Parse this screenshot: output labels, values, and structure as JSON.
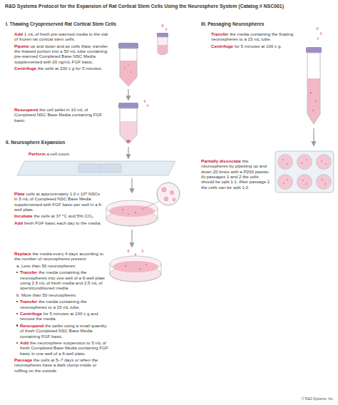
{
  "diagram": {
    "title": "R&D Systems Protocol for the Expansion of Rat Cortical Stem Cells Using the Neurosphere System (Catalog # NSC001)",
    "labels": [
      "I. Thawing Cryopreserved Rat Cortical Stem Cells",
      "Add 1 mL of fresh pre-warmed media to the vial of frozen rat cortical stem cells.",
      "Pipette up and down and as cells thaw, transfer the thawed portion into a 50 mL tube containing pre-warmed Completed Base NSC Media supplemented with 20 ng/mL FGF basic.",
      "Centrifuge the cells at 200 x g for 5 minutes.",
      "Resuspend the cell pellet in 10 mL of Completed NSC Base Media containing FGF basic.",
      "II. Neurosphere Expansion",
      "Perform a cell count.",
      "Plate cells at approximately 1.0 x 10⁵ NSCs in 5 mL of Completed NSC Base Media supplemented with FGF basic per well in a 6-well plate.",
      "Incubate the cells at 37 °C and 5% CO₂.",
      "Add fresh FGF basic each day to the media.",
      "Replace the media every 4 days according to the number of neurospheres present:",
      "a. Less than 50 neurospheres:",
      "Transfer the media containing the neurospheres into one well of a 6-well plate using 2.5 mL of fresh media and 2.5 mL of spent/conditioned media.",
      "b. More than 50 neurospheres:",
      "Transfer the media containing the neurospheres to a 15 mL tube.",
      "Centrifuge for 5 minutes at 100 x g and remove the media.",
      "Resuspend the pellet using a small quantity of fresh Completed NSC Base Media containing FGF basic.",
      "Add the neurosphere suspension to 5 mL of fresh Completed Base Media containing FGF basic in one well of a 6-well plate.",
      "Passage the cells at 5–7 days or when the neurospheres have a dark clump inside or ruffling on the outside.",
      "III. Passaging Neurospheres",
      "Transfer the media containing the floating neurospheres to a 15 mL tube.",
      "Centrifuge for 5 minutes at 100 x g.",
      "Partially dissociate the neurospheres by pipetting up and down 20 times with a P200 pipette. At passages 1 and 2 the cells should be split 1:1. After passage 2 the cells can be split 1:2.",
      "© R&D Systems, Inc."
    ]
  }
}
